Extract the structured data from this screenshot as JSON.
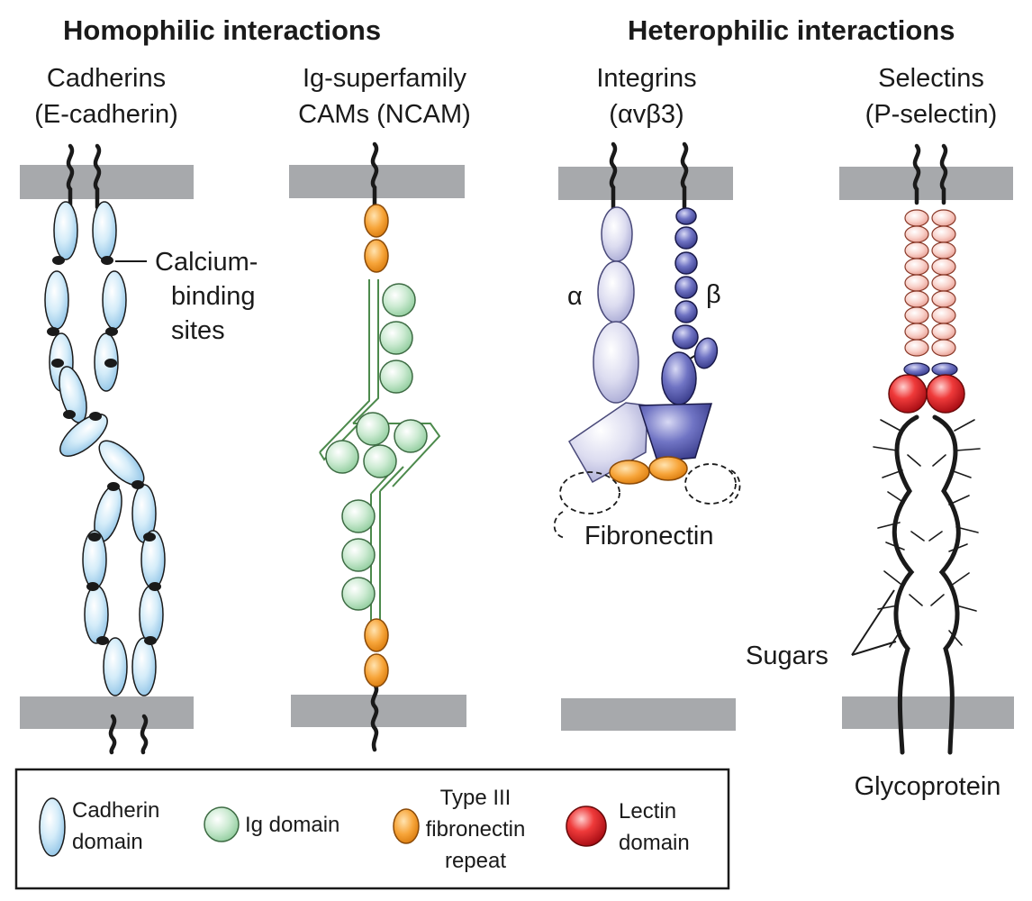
{
  "headers": {
    "homophilic": "Homophilic interactions",
    "heterophilic": "Heterophilic interactions"
  },
  "columns": {
    "cadherins": {
      "line1": "Cadherins",
      "line2": "(E-cadherin)"
    },
    "ig": {
      "line1": "Ig-superfamily",
      "line2": "CAMs (NCAM)"
    },
    "integrins": {
      "line1": "Integrins",
      "line2": "(αvβ3)"
    },
    "selectins": {
      "line1": "Selectins",
      "line2": "(P-selectin)"
    }
  },
  "annotations": {
    "calcium_1": "Calcium-",
    "calcium_2": "binding",
    "calcium_3": "sites",
    "alpha": "α",
    "beta": "β",
    "fibronectin": "Fibronectin",
    "sugars": "Sugars",
    "glycoprotein": "Glycoprotein"
  },
  "legend": {
    "cadherin_1": "Cadherin",
    "cadherin_2": "domain",
    "ig": "Ig domain",
    "fn_1": "Type III",
    "fn_2": "fibronectin",
    "fn_3": "repeat",
    "lectin_1": "Lectin",
    "lectin_2": "domain"
  },
  "colors": {
    "membrane": "#a7a9ac",
    "cadherin": "#d4ecf9",
    "ig": "#cdebd3",
    "fibronectin": "#f59a2a",
    "lectin": "#e8252a",
    "integrin_alpha": "#dcdcf0",
    "integrin_beta": "#7074c4",
    "selectin_egf": "#f9d2cb"
  }
}
